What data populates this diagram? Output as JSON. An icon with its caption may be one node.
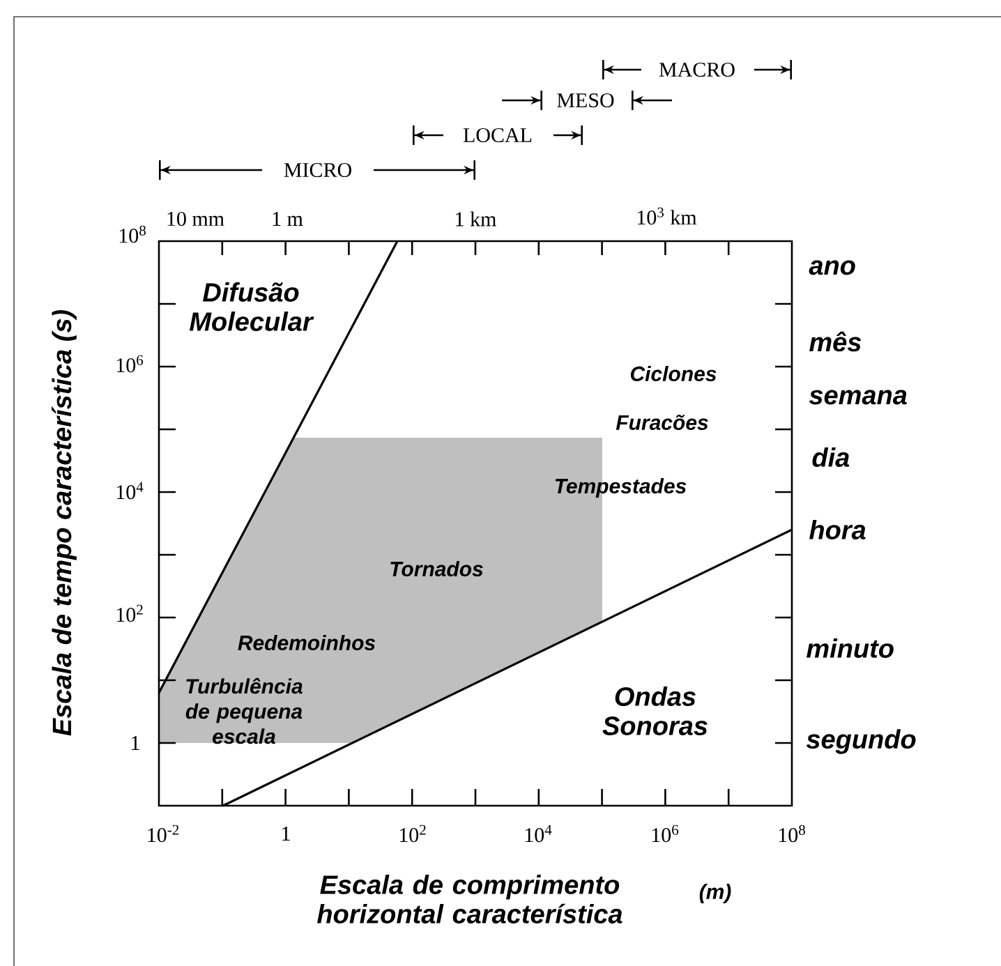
{
  "diagram": {
    "labels": [
      "MACRO",
      "MESO",
      "LOCAL",
      "MICRO",
      "10 mm",
      "1 m",
      "1 km",
      "10$^{3}$ km",
      "10$^{8}$",
      "10$^{6}$",
      "10$^{4}$",
      "10$^{2}$",
      "1",
      "ano",
      "mês",
      "semana",
      "dia",
      "hora",
      "minuto",
      "segundo",
      "Difusão Molecular",
      "Ciclones",
      "Furacões",
      "Tempestades",
      "Tornados",
      "Redemoinhos",
      "Turbulência de pequena escala",
      "Ondas Sonoras",
      "10$^{-2}$",
      "1",
      "10$^{2}$",
      "10$^{4}$",
      "10$^{6}$",
      "10$^{8}$",
      "Escala de tempo característica (s)",
      "Escala de comprimento horizontal característica",
      "(m)"
    ]
  }
}
